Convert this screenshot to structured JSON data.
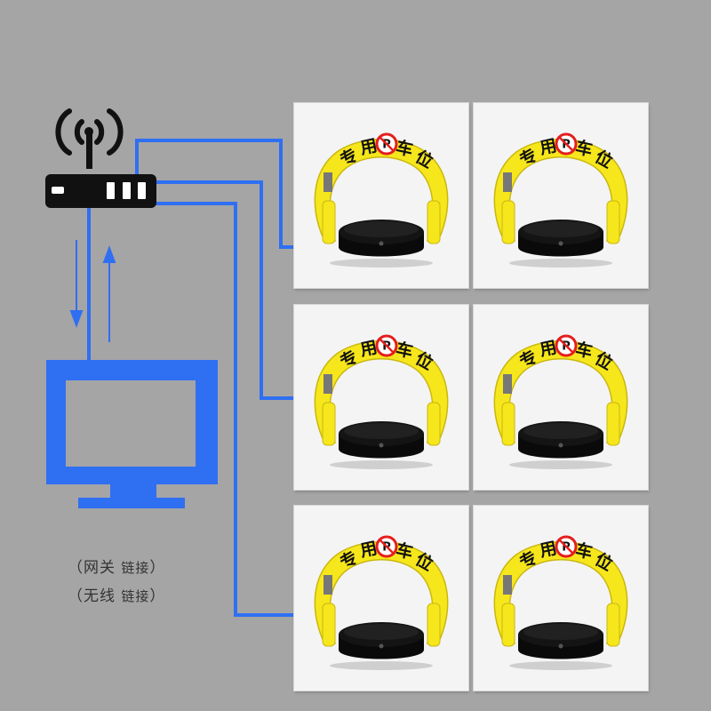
{
  "colors": {
    "background": "#a5a5a6",
    "link_line": "#2f6ff2",
    "monitor": "#2f6ff2",
    "router": "#111111",
    "lock_arm": "#f6e61c",
    "lock_base": "#141414"
  },
  "lock_text": {
    "chars": [
      "专",
      "用",
      "车",
      "位"
    ],
    "parking_symbol": "P"
  },
  "captions": [
    {
      "open": "（",
      "main": "网关",
      "sub": "链接",
      "close": "）"
    },
    {
      "open": "（",
      "main": "无线",
      "sub": "链接",
      "close": "）"
    }
  ],
  "icons": {
    "router": "wifi-router-icon",
    "monitor": "monitor-icon",
    "lock": "parking-lock-icon"
  }
}
